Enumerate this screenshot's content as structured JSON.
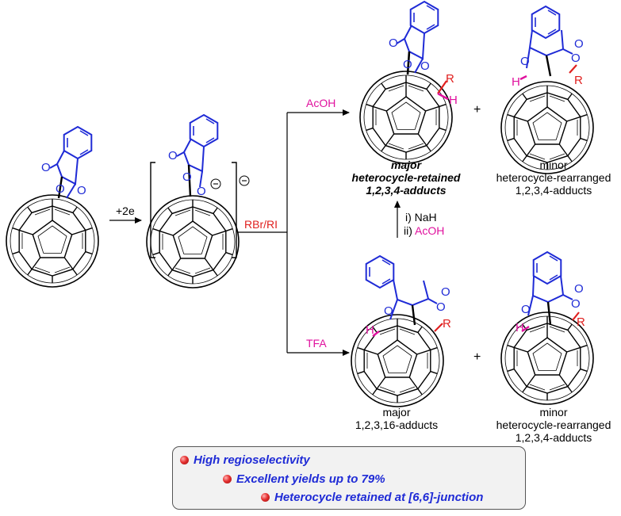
{
  "reagents": {
    "reduction": "+2e",
    "alkylation": "RBr/RI",
    "acoh": "AcOH",
    "tfa": "TFA",
    "step1": "i) NaH",
    "step2_prefix": "ii) ",
    "step2_acid": "AcOH",
    "charge": "−",
    "plus": "+"
  },
  "products": {
    "top_major": [
      "major",
      "heterocycle-retained",
      "1,2,3,4-adducts"
    ],
    "top_minor": [
      "minor",
      "heterocycle-rearranged",
      "1,2,3,4-adducts"
    ],
    "bottom_major": [
      "major",
      "1,2,3,16-adducts"
    ],
    "bottom_minor": [
      "minor",
      "heterocycle-rearranged",
      "1,2,3,4-adducts"
    ]
  },
  "atoms": {
    "R": "R",
    "H": "H",
    "O": "O"
  },
  "summary": [
    "High regioselectivity",
    "Excellent yields up to 79%",
    "Heterocycle retained at [6,6]-junction"
  ],
  "colors": {
    "blue": "#1f2bd6",
    "red": "#e0201f",
    "magenta": "#e0119e",
    "black": "#000000"
  }
}
